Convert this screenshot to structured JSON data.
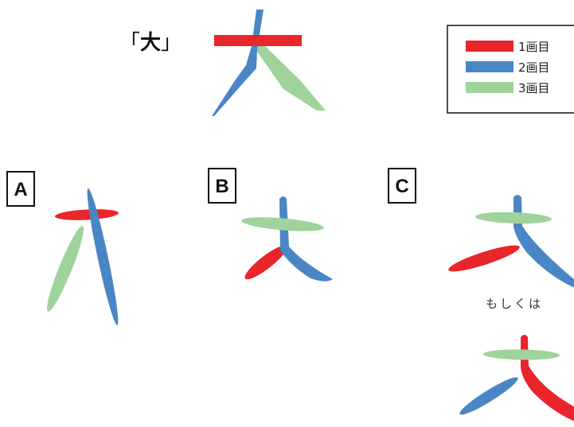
{
  "title": {
    "open_bracket": "「",
    "character": "大",
    "close_bracket": "」"
  },
  "legend": {
    "items": [
      {
        "label": "1画目",
        "color": "#e8262b"
      },
      {
        "label": "2画目",
        "color": "#4a86c5"
      },
      {
        "label": "3画目",
        "color": "#9fd39b"
      }
    ]
  },
  "panels": {
    "a": {
      "label": "A"
    },
    "b": {
      "label": "B"
    },
    "c": {
      "label": "C",
      "alternative_text": "もしくは"
    }
  },
  "colors": {
    "stroke1": "#e8262b",
    "stroke2": "#4a86c5",
    "stroke3": "#9fd39b",
    "text": "#111111"
  }
}
